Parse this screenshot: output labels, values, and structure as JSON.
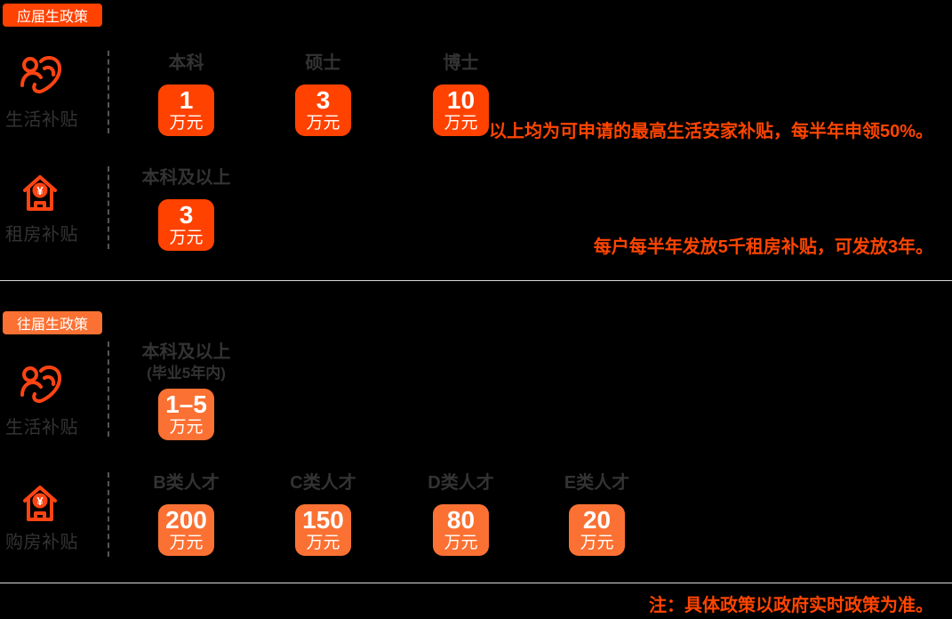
{
  "colors": {
    "section1_accent": "#ff4200",
    "section2_accent": "#fb7133",
    "icon_accent": "#ff4413",
    "annotation_text": "#ff4500",
    "heading_text": "#333333",
    "badge_text": "#ffffff",
    "divider_line": "#d8d8d8",
    "background": "#000000"
  },
  "sections": [
    {
      "badge": "应届生政策",
      "rows": [
        {
          "label": "生活补贴",
          "icon": "people-care-icon",
          "columns": [
            {
              "header": "本科",
              "value": "1",
              "unit": "万元"
            },
            {
              "header": "硕士",
              "value": "3",
              "unit": "万元"
            },
            {
              "header": "博士",
              "value": "10",
              "unit": "万元"
            }
          ],
          "annotation": "以上均为可申请的最高生活安家补贴，每半年申领50%。"
        },
        {
          "label": "租房补贴",
          "icon": "house-yuan-icon",
          "columns": [
            {
              "header": "本科及以上",
              "value": "3",
              "unit": "万元"
            }
          ],
          "annotation": "每户每半年发放5千租房补贴，可发放3年。"
        }
      ]
    },
    {
      "badge": "往届生政策",
      "rows": [
        {
          "label": "生活补贴",
          "icon": "people-care-icon",
          "columns": [
            {
              "header": "本科及以上",
              "subheader": "(毕业5年内)",
              "value": "1–5",
              "unit": "万元"
            }
          ]
        },
        {
          "label": "购房补贴",
          "icon": "house-yuan-icon",
          "columns": [
            {
              "header": "B类人才",
              "value": "200",
              "unit": "万元"
            },
            {
              "header": "C类人才",
              "value": "150",
              "unit": "万元"
            },
            {
              "header": "D类人才",
              "value": "80",
              "unit": "万元"
            },
            {
              "header": "E类人才",
              "value": "20",
              "ununit": "",
              "unit": "万元"
            }
          ]
        }
      ]
    }
  ],
  "footnote": "注：具体政策以政府实时政策为准。"
}
